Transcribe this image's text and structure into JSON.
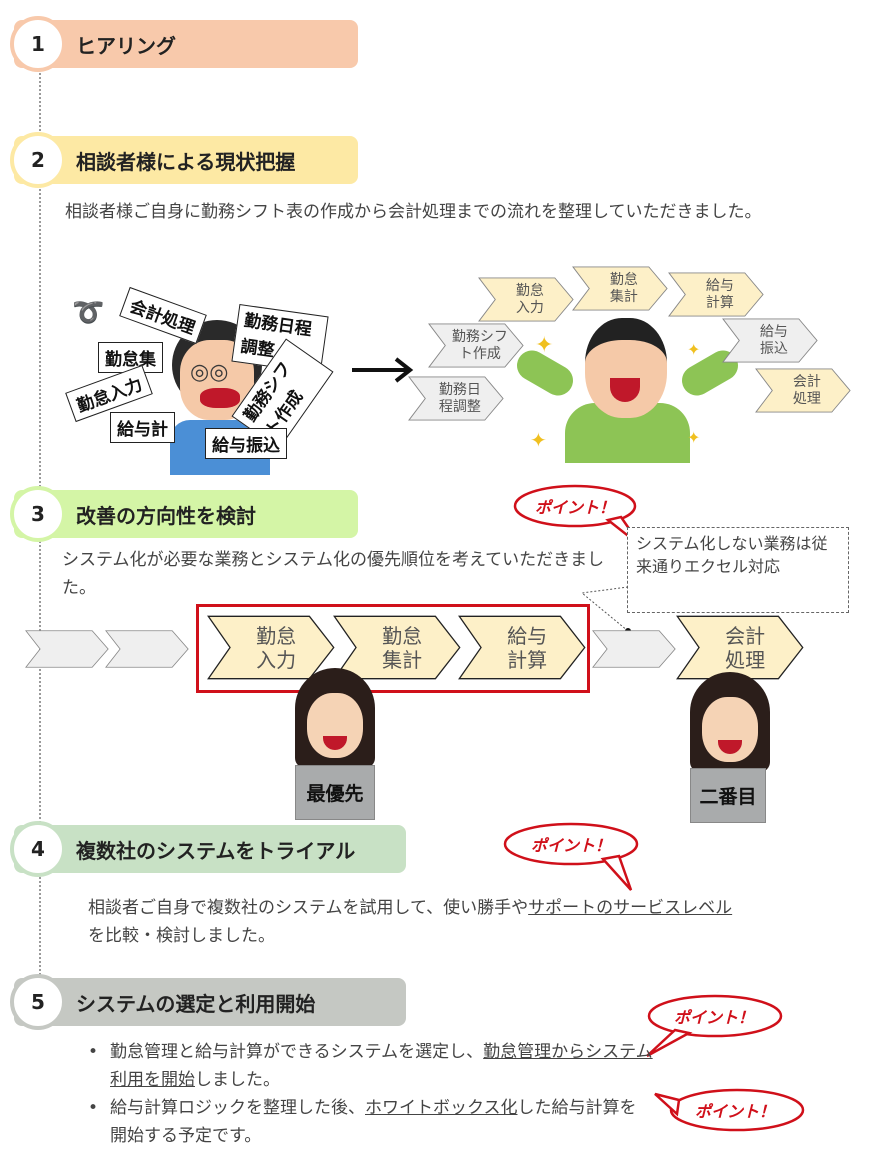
{
  "steps": [
    {
      "num": "1",
      "title": "ヒアリング",
      "color": "#f8c9ab"
    },
    {
      "num": "2",
      "title": "相談者様による現状把握",
      "color": "#fde9a4"
    },
    {
      "num": "3",
      "title": "改善の方向性を検討",
      "color": "#d4f5a6"
    },
    {
      "num": "4",
      "title": "複数社のシステムをトライアル",
      "color": "#c8e1c5"
    },
    {
      "num": "5",
      "title": "システムの選定と利用開始",
      "color": "#c5c8c3"
    }
  ],
  "step2": {
    "text": "相談者様ご自身に勤務シフト表の作成から会計処理までの流れを整理していただきました。",
    "messy_tags": [
      "会計処理",
      "勤務日程調整",
      "勤怠集",
      "勤怠入力",
      "勤務シフト作成",
      "給与計",
      "給与振込"
    ],
    "flow": [
      {
        "label": "勤怠\n入力",
        "tone": "yellow"
      },
      {
        "label": "勤怠\n集計",
        "tone": "yellow"
      },
      {
        "label": "給与\n計算",
        "tone": "yellow"
      },
      {
        "label": "勤務シフ\nト作成",
        "tone": "grey"
      },
      {
        "label": "勤務日\n程調整",
        "tone": "grey"
      },
      {
        "label": "給与\n振込",
        "tone": "grey"
      },
      {
        "label": "会計\n処理",
        "tone": "yellow"
      }
    ]
  },
  "step3": {
    "text": "システム化が必要な業務とシステム化の優先順位を考えていただきました。",
    "point": "ポイント！",
    "callout": "システム化しない業務は従来通りエクセル対応",
    "flow": [
      "勤怠\n入力",
      "勤怠\n集計",
      "給与\n計算",
      "会計\n処理"
    ],
    "signs": [
      "最優先",
      "二番目"
    ]
  },
  "step4": {
    "point": "ポイント！",
    "text_a": "相談者ご自身で複数社のシステムを試用して、使い勝手や",
    "text_u": "サポートのサービスレベル",
    "text_b": "を比較・検討しました。"
  },
  "step5": {
    "points": [
      "ポイント！",
      "ポイント！"
    ],
    "bullets": [
      {
        "a": "勤怠管理と給与計算ができるシステムを選定し、",
        "u": "勤怠管理からシステム利用を開始",
        "b": "しました。"
      },
      {
        "a": "給与計算ロジックを整理した後、",
        "u": "ホワイトボックス化",
        "b": "した給与計算を開始する予定です。"
      }
    ]
  },
  "colors": {
    "accent_red": "#d0101a",
    "chev_yellow": "#fdf0c8",
    "chev_grey": "#efefef"
  }
}
